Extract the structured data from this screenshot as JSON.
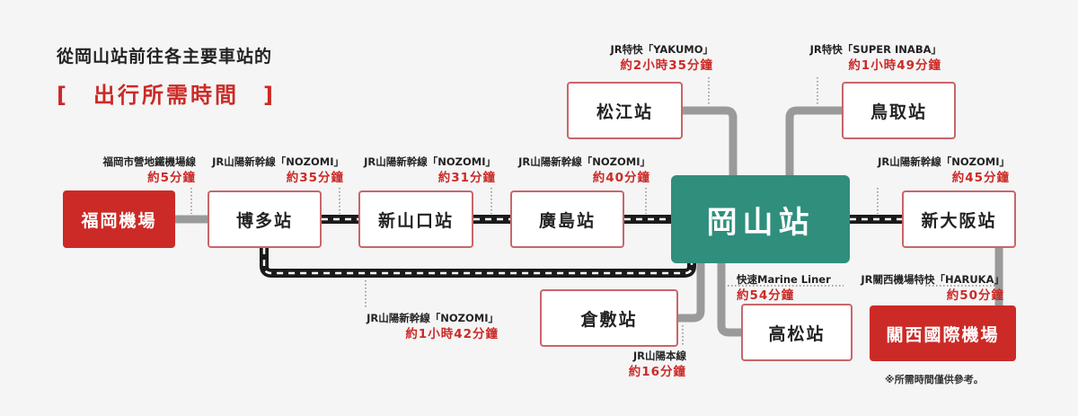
{
  "title": "從岡山站前往各主要車站的",
  "subtitle": "[　出行所需時間　]",
  "note": "※所需時間僅供參考。",
  "colors": {
    "hub": "#2f8e7c",
    "airport": "#cc2a27",
    "station_border": "#c8666a",
    "line_gray": "#9a9a9a",
    "shinkansen": "#1a1a1a",
    "time_red": "#cc2a27"
  },
  "stations": {
    "fukuoka_airport": "福岡機場",
    "hakata": "博多站",
    "shin_yamaguchi": "新山口站",
    "hiroshima": "廣島站",
    "okayama": "岡山站",
    "shin_osaka": "新大阪站",
    "matsue": "松江站",
    "tottori": "鳥取站",
    "kurashiki": "倉敷站",
    "takamatsu": "高松站",
    "kansai_airport": "關西國際機場"
  },
  "routes": {
    "fukuoka_subway": {
      "line": "福岡市營地鐵機場線",
      "time": "約5分鐘"
    },
    "hakata_shin_yamaguchi": {
      "line": "JR山陽新幹線「NOZOMI」",
      "time": "約35分鐘"
    },
    "shin_yamaguchi_hiroshima": {
      "line": "JR山陽新幹線「NOZOMI」",
      "time": "約31分鐘"
    },
    "hiroshima_okayama": {
      "line": "JR山陽新幹線「NOZOMI」",
      "time": "約40分鐘"
    },
    "okayama_shin_osaka": {
      "line": "JR山陽新幹線「NOZOMI」",
      "time": "約45分鐘"
    },
    "okayama_hakata": {
      "line": "JR山陽新幹線「NOZOMI」",
      "time": "約1小時42分鐘"
    },
    "yakumo": {
      "line": "JR特快「YAKUMO」",
      "time": "約2小時35分鐘"
    },
    "super_inaba": {
      "line": "JR特快「SUPER INABA」",
      "time": "約1小時49分鐘"
    },
    "sanyo_local": {
      "line": "JR山陽本線",
      "time": "約16分鐘"
    },
    "marine_liner": {
      "line": "快速Marine Liner",
      "time": "約54分鐘"
    },
    "haruka": {
      "line": "JR關西機場特快「HARUKA」",
      "time": "約50分鐘"
    }
  }
}
